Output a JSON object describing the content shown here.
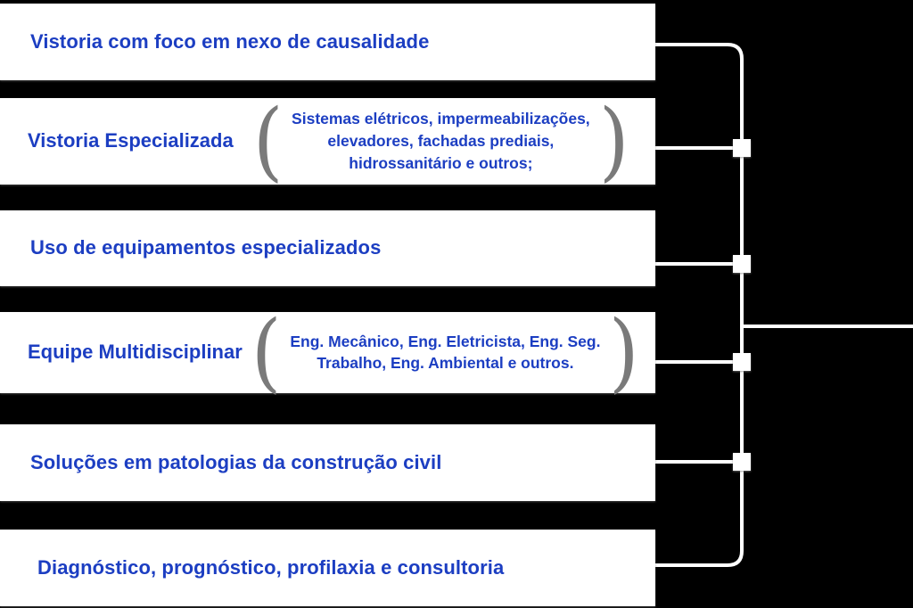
{
  "diagram": {
    "background_color": "#000000",
    "card_background": "#ffffff",
    "text_color": "#1c3ec2",
    "connector_color": "#ffffff",
    "paren_color": "#7a7a7a",
    "cards": [
      {
        "id": "vistoria-nexo-causalidade",
        "title": "Vistoria com foco em nexo de causalidade",
        "detail": "",
        "has_detail": false
      },
      {
        "id": "vistoria-especializada",
        "title": "Vistoria Especializada",
        "detail": "Sistemas elétricos, impermeabilizações,\nelevadores, fachadas prediais,\nhidrossanitário e outros;",
        "has_detail": true
      },
      {
        "id": "uso-equipamentos-especializados",
        "title": "Uso de equipamentos especializados",
        "detail": "",
        "has_detail": false
      },
      {
        "id": "equipe-multidisciplinar",
        "title": "Equipe Multidisciplinar",
        "detail": "Eng. Mecânico, Eng. Eletricista, Eng. Seg.\nTrabalho, Eng. Ambiental e outros.",
        "has_detail": true
      },
      {
        "id": "solucoes-patologias",
        "title": "Soluções em patologias da construção civil",
        "detail": "",
        "has_detail": false
      },
      {
        "id": "diagnostico-prognostico",
        "title": "Diagnóstico, prognóstico, profilaxia e consultoria",
        "detail": "",
        "has_detail": false
      }
    ],
    "paren_left": "(",
    "paren_right": ")"
  }
}
